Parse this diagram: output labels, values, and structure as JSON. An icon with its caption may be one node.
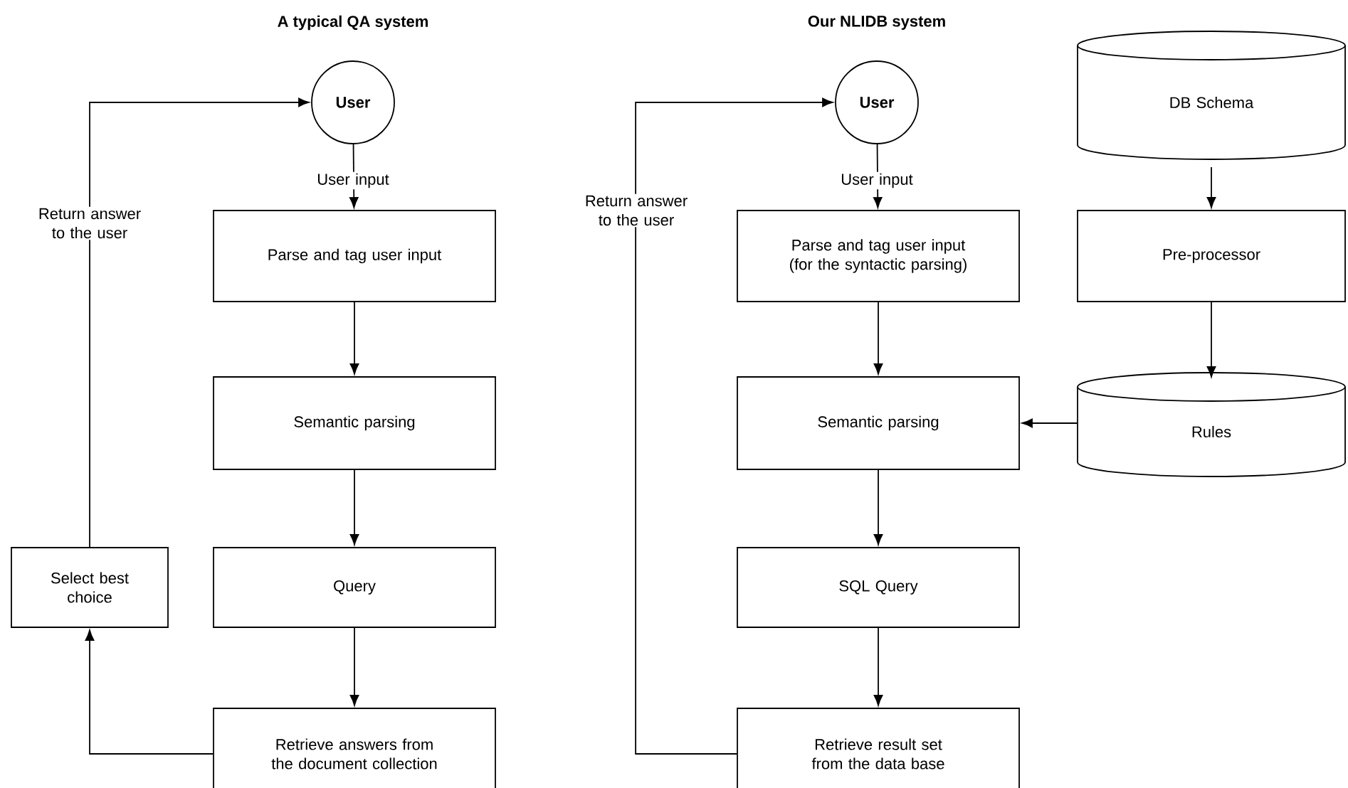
{
  "diagram": {
    "nodes": [
      {
        "text": [
          "User"
        ]
      },
      {
        "text": [
          "Parse and tag user input"
        ]
      },
      {
        "text": [
          "Semantic parsing"
        ]
      },
      {
        "text": [
          "Query"
        ]
      },
      {
        "text": [
          "Retrieve answers from the document collection"
        ]
      },
      {
        "text": [
          "Select best choice"
        ]
      },
      {
        "text": [
          "User"
        ]
      },
      {
        "text": [
          "Parse and tag user input (for the syntactic parsing)"
        ]
      },
      {
        "text": [
          "Semantic parsing"
        ]
      },
      {
        "text": [
          "SQL Query"
        ]
      },
      {
        "text": [
          "Retrieve result set from the data base"
        ]
      },
      {
        "text": [
          "DB Schema"
        ]
      },
      {
        "text": [
          "Pre-processor"
        ]
      },
      {
        "text": [
          "Rules"
        ]
      }
    ],
    "edges": [
      {
        "from": 0,
        "to": 1,
        "arrow": "to",
        "label": "User input"
      },
      {
        "from": 1,
        "to": 2,
        "arrow": "to"
      },
      {
        "from": 2,
        "to": 3,
        "arrow": "to"
      },
      {
        "from": 3,
        "to": 4,
        "arrow": "to"
      },
      {
        "from": 4,
        "to": 5,
        "arrow": "to"
      },
      {
        "from": 5,
        "to": 0,
        "arrow": "to",
        "label": "Return answer to the user"
      },
      {
        "from": 6,
        "to": 7,
        "arrow": "to",
        "label": "User input"
      },
      {
        "from": 7,
        "to": 8,
        "arrow": "to"
      },
      {
        "from": 8,
        "to": 9,
        "arrow": "to"
      },
      {
        "from": 9,
        "to": 10,
        "arrow": "to"
      },
      {
        "from": 10,
        "to": 6,
        "arrow": "to",
        "label": "Return answer to the user"
      },
      {
        "from": 11,
        "to": 12,
        "arrow": "to"
      },
      {
        "from": 12,
        "to": 13,
        "arrow": "to"
      },
      {
        "from": 13,
        "to": 8,
        "arrow": "to"
      }
    ],
    "labels": [
      "A typical QA system",
      "Our NLIDB system"
    ]
  }
}
